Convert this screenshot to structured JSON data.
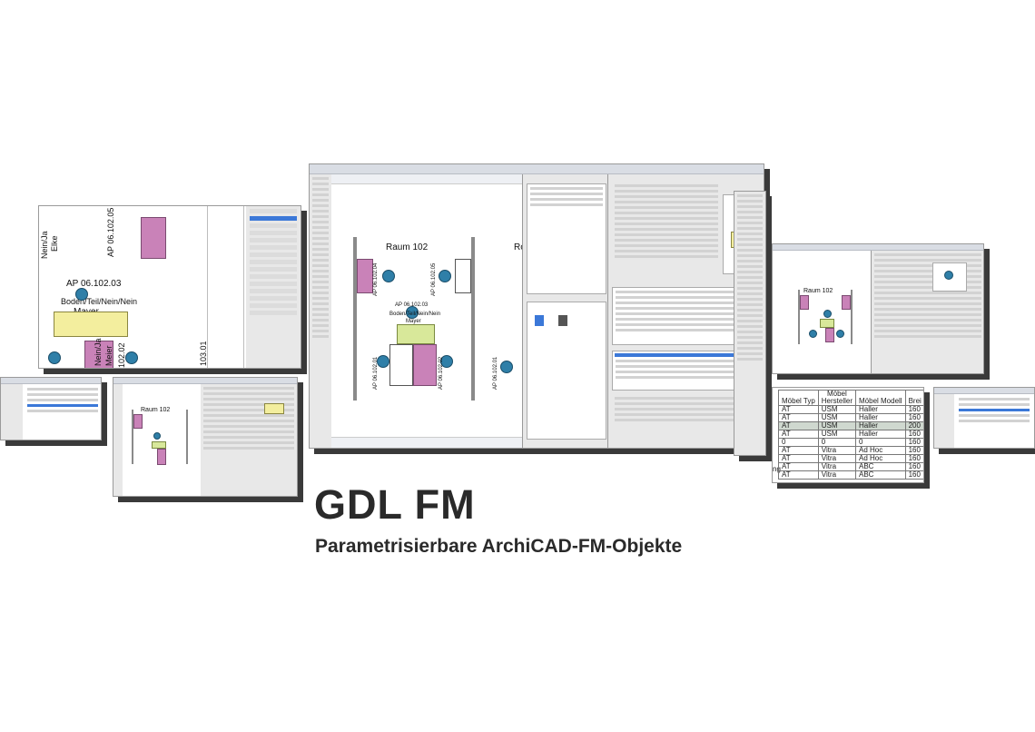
{
  "title": "GDL FM",
  "subtitle": "Parametrisierbare ArchiCAD-FM-Objekte",
  "shot_left": {
    "tag_top": "AP 06.102.05",
    "tag_main": "AP 06.102.03",
    "tag_main_sub": "Boden/Teil/Nein/Nein",
    "tag_main_name": "Mayer",
    "left_edge": "Nein/Ja",
    "left_edge_name": "Elke",
    "bottom_tag": "102.02",
    "bottom_left": "Nein/Ja",
    "bottom_left_name": "Meier",
    "right_tag": "103.01"
  },
  "shot_center": {
    "room_label": "Raum 102",
    "room_label_right": "Ro",
    "tag_main": "AP 06.102.03",
    "tag_main_sub": "Boden/Teil/Nein/Nein",
    "tag_main_name": "Mayer",
    "tag_a": "AP 06.102.04",
    "tag_b": "AP 06.102.05",
    "tag_c": "AP 06.102.01",
    "tag_d": "AP 06.102.02",
    "tag_e": "AP 06.102.01"
  },
  "shot_mid_left": {
    "room_label": "Raum 102"
  },
  "shot_right": {
    "room_label": "Raum 102"
  },
  "table": {
    "headers": [
      "Möbel Typ",
      "Möbel Hersteller",
      "Möbel Modell",
      "Brei"
    ],
    "rows": [
      [
        "AT",
        "USM",
        "Haller",
        "160"
      ],
      [
        "AT",
        "USM",
        "Haller",
        "160"
      ],
      [
        "AT",
        "USM",
        "Haller",
        "200"
      ],
      [
        "AT",
        "USM",
        "Haller",
        "160"
      ],
      [
        "0",
        "0",
        "0",
        "160"
      ],
      [
        "AT",
        "Vitra",
        "Ad Hoc",
        "160"
      ],
      [
        "AT",
        "Vitra",
        "Ad Hoc",
        "160"
      ],
      [
        "AT",
        "Vitra",
        "ABC",
        "160"
      ],
      [
        "AT",
        "Vitra",
        "ABC",
        "160"
      ]
    ],
    "highlight_row": 2,
    "left_label": "ng"
  }
}
